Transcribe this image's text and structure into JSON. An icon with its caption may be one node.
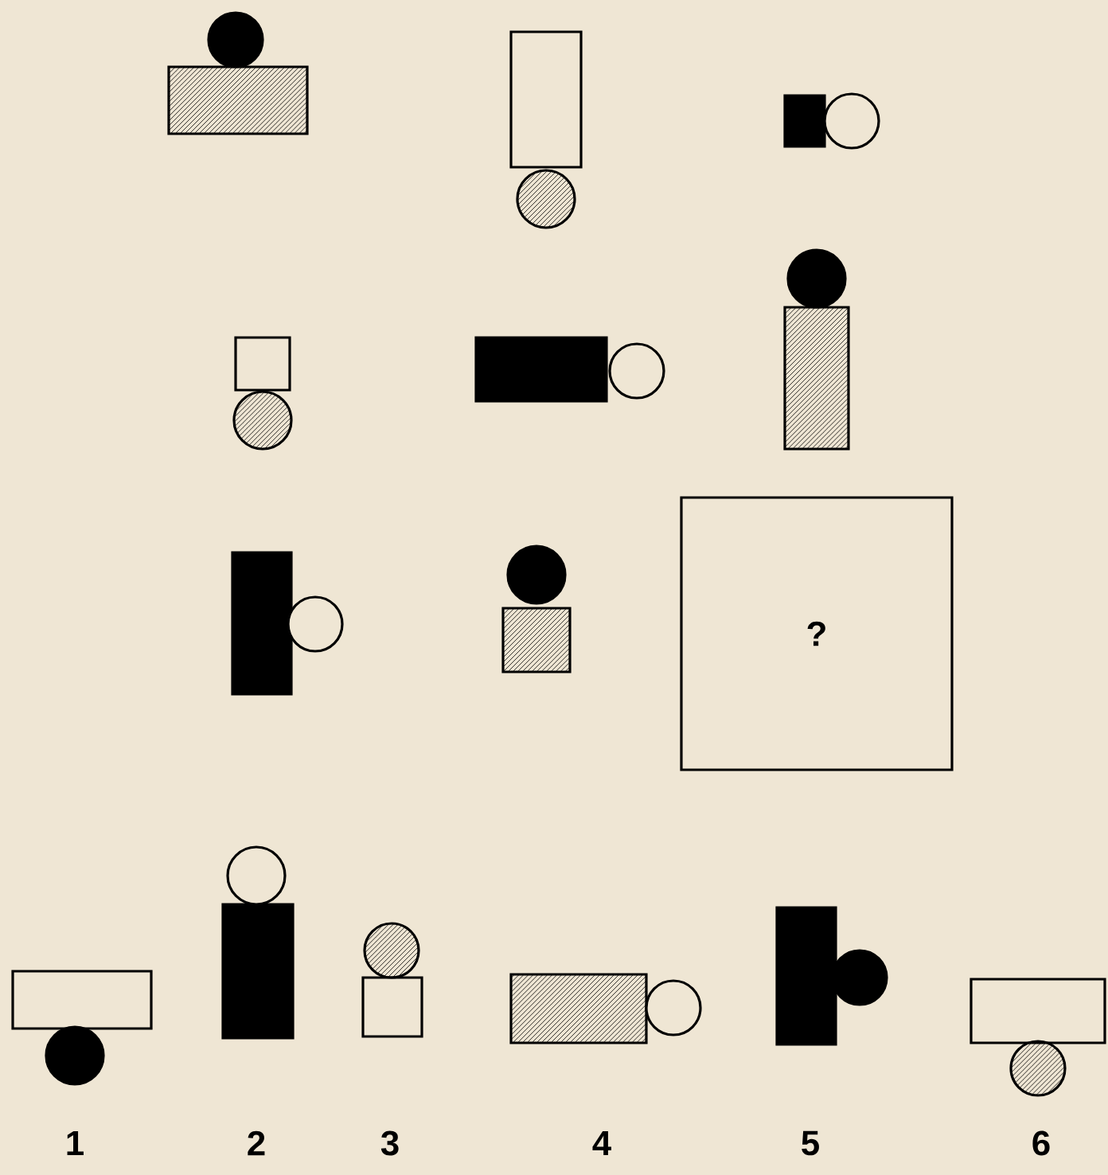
{
  "diagram": {
    "nodes": [
      {
        "text": [
          "?"
        ]
      }
    ],
    "labels": [
      "1",
      "2",
      "3",
      "4",
      "5",
      "6"
    ]
  }
}
